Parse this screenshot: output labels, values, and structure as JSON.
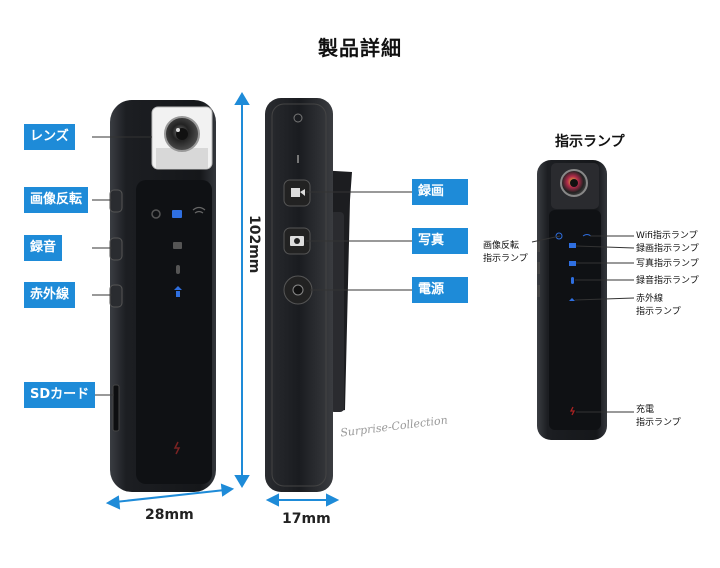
{
  "title": "製品詳細",
  "front_labels": {
    "lens": "レンズ",
    "flip": "画像反転",
    "record_audio": "録音",
    "infrared": "赤外線",
    "sd_card": "SDカード"
  },
  "side_labels": {
    "video": "録画",
    "photo": "写真",
    "power": "電源"
  },
  "dimensions": {
    "height": "102mm",
    "width": "28mm",
    "depth": "17mm"
  },
  "indicator_section": {
    "title": "指示ランプ",
    "flip_indicator_line1": "画像反転",
    "flip_indicator_line2": "指示ランプ",
    "wifi": "Wifi指示ランプ",
    "video": "録画指示ランプ",
    "photo": "写真指示ランプ",
    "audio": "録音指示ランプ",
    "infrared_line1": "赤外線",
    "infrared_line2": "指示ランプ",
    "charge_line1": "充電",
    "charge_line2": "指示ランプ"
  },
  "watermark": "Surprise-Collection",
  "colors": {
    "accent": "#1e8bd8",
    "device": "#1b1d21",
    "indicator": "#2f6fe0"
  }
}
